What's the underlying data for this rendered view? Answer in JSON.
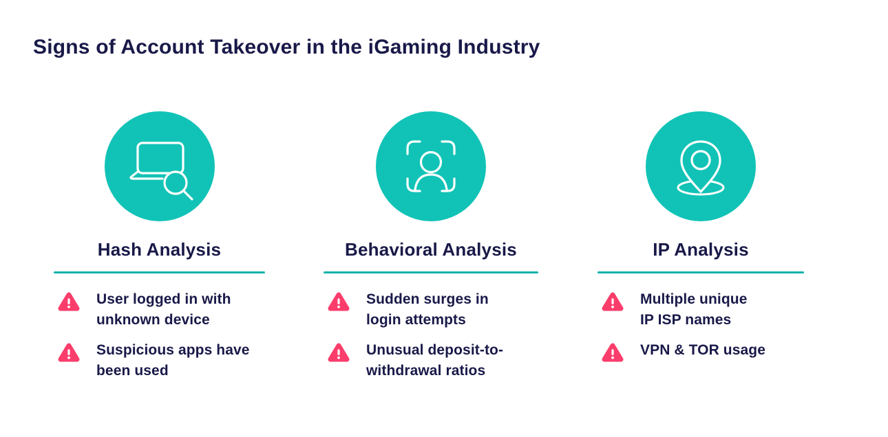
{
  "header": {
    "title": "Signs of Account Takeover in the iGaming Industry"
  },
  "colors": {
    "navy": "#191949",
    "teal_circle": "#11C3B6",
    "teal_line": "#10B3AA",
    "pink_warning": "#FB3D6C",
    "background": "#FFFFFF",
    "icon_stroke": "#FFFFFF"
  },
  "columns": [
    {
      "icon": "laptop-search-icon",
      "heading": "Hash Analysis",
      "bullets": [
        "User logged in with\nunknown device",
        "Suspicious apps have\nbeen used"
      ]
    },
    {
      "icon": "face-scan-icon",
      "heading": "Behavioral Analysis",
      "bullets": [
        "Sudden surges in\nlogin attempts",
        "Unusual deposit-to-\nwithdrawal ratios"
      ]
    },
    {
      "icon": "location-pin-icon",
      "heading": "IP Analysis",
      "bullets": [
        "Multiple unique\nIP ISP names",
        "VPN & TOR usage"
      ]
    }
  ]
}
